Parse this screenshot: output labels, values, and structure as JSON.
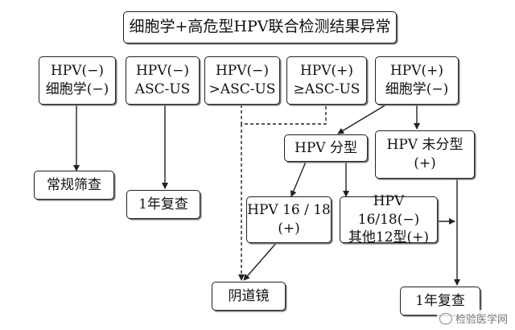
{
  "title": "细胞学+高危型HPV联合检测结果异常",
  "results": [
    {
      "line1": "HPV(−)",
      "line2": "细胞学(−)"
    },
    {
      "line1": "HPV(−)",
      "line2": "ASC-US"
    },
    {
      "line1": "HPV(−)",
      "line2": ">ASC-US"
    },
    {
      "line1": "HPV(+)",
      "line2": "≥ASC-US"
    },
    {
      "line1": "HPV(+)",
      "line2": "细胞学(−)"
    }
  ],
  "outcomes": {
    "routine_screening": "常规筛查",
    "one_year_recheck": "1年复查",
    "hpv_typing": "HPV 分型",
    "hpv_untyped": {
      "line1": "HPV 未分型",
      "line2": "(+)"
    },
    "hpv1618_pos": {
      "line1": "HPV 16 / 18",
      "line2": "(+)"
    },
    "hpv1618_neg": {
      "line1": "HPV 16/18(−)",
      "line2": "其他12型(+)"
    },
    "colposcopy": "阴道镜",
    "one_year_recheck_2": "1年复查"
  },
  "watermark": "检验医学网"
}
